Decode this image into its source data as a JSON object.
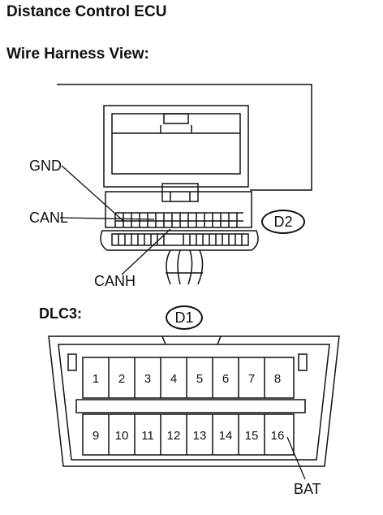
{
  "header": {
    "title": "Distance Control ECU",
    "subtitle": "Wire Harness View:"
  },
  "ecu_connector": {
    "code": "D2",
    "labels": {
      "gnd": "GND",
      "canl": "CANL",
      "canh": "CANH"
    }
  },
  "dlc3": {
    "title": "DLC3:",
    "code": "D1",
    "top_row": [
      "1",
      "2",
      "3",
      "4",
      "5",
      "6",
      "7",
      "8"
    ],
    "bottom_row": [
      "9",
      "10",
      "11",
      "12",
      "13",
      "14",
      "15",
      "16"
    ],
    "bat_label": "BAT"
  }
}
